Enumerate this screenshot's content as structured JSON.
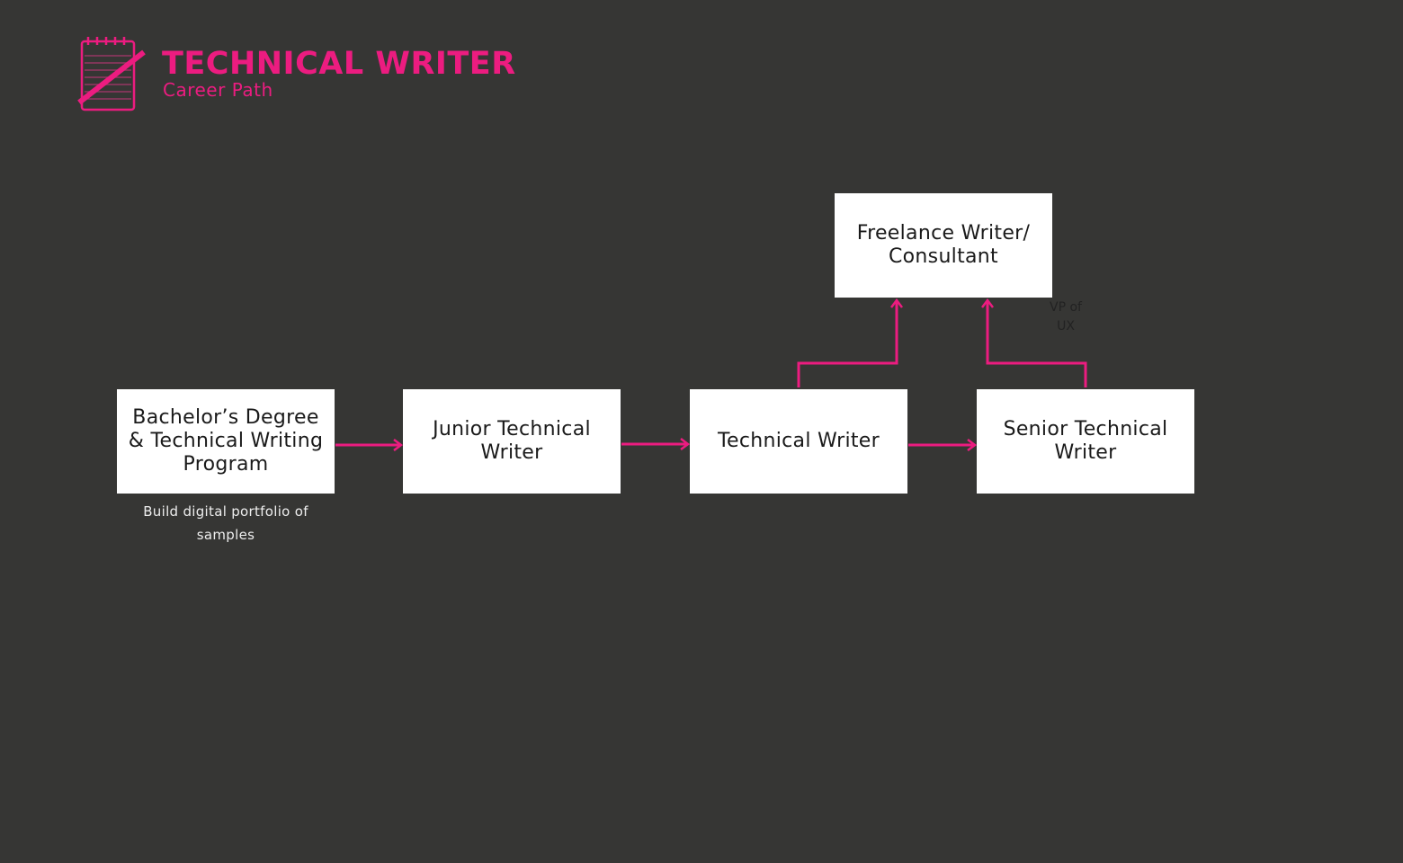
{
  "header": {
    "title": "TECHNICAL WRITER",
    "subtitle": "Career Path",
    "logo_icon": "notepad-pencil-icon"
  },
  "colors": {
    "background": "#363634",
    "accent": "#ec1c80",
    "node_fill": "#ffffff"
  },
  "nodes": {
    "bachelor": "Bachelor’s Degree\n& Technical Writing\nProgram",
    "junior": "Junior Technical\nWriter",
    "technical": "Technical Writer",
    "senior": "Senior Technical\nWriter",
    "freelance": "Freelance Writer/\nConsultant"
  },
  "notes": {
    "bachelor_note": "Build digital portfolio of samples",
    "vp_label": "VP of\nUX"
  },
  "edges": [
    {
      "from": "bachelor",
      "to": "junior"
    },
    {
      "from": "junior",
      "to": "technical"
    },
    {
      "from": "technical",
      "to": "senior"
    },
    {
      "from": "technical",
      "to": "freelance"
    },
    {
      "from": "senior",
      "to": "freelance"
    }
  ]
}
